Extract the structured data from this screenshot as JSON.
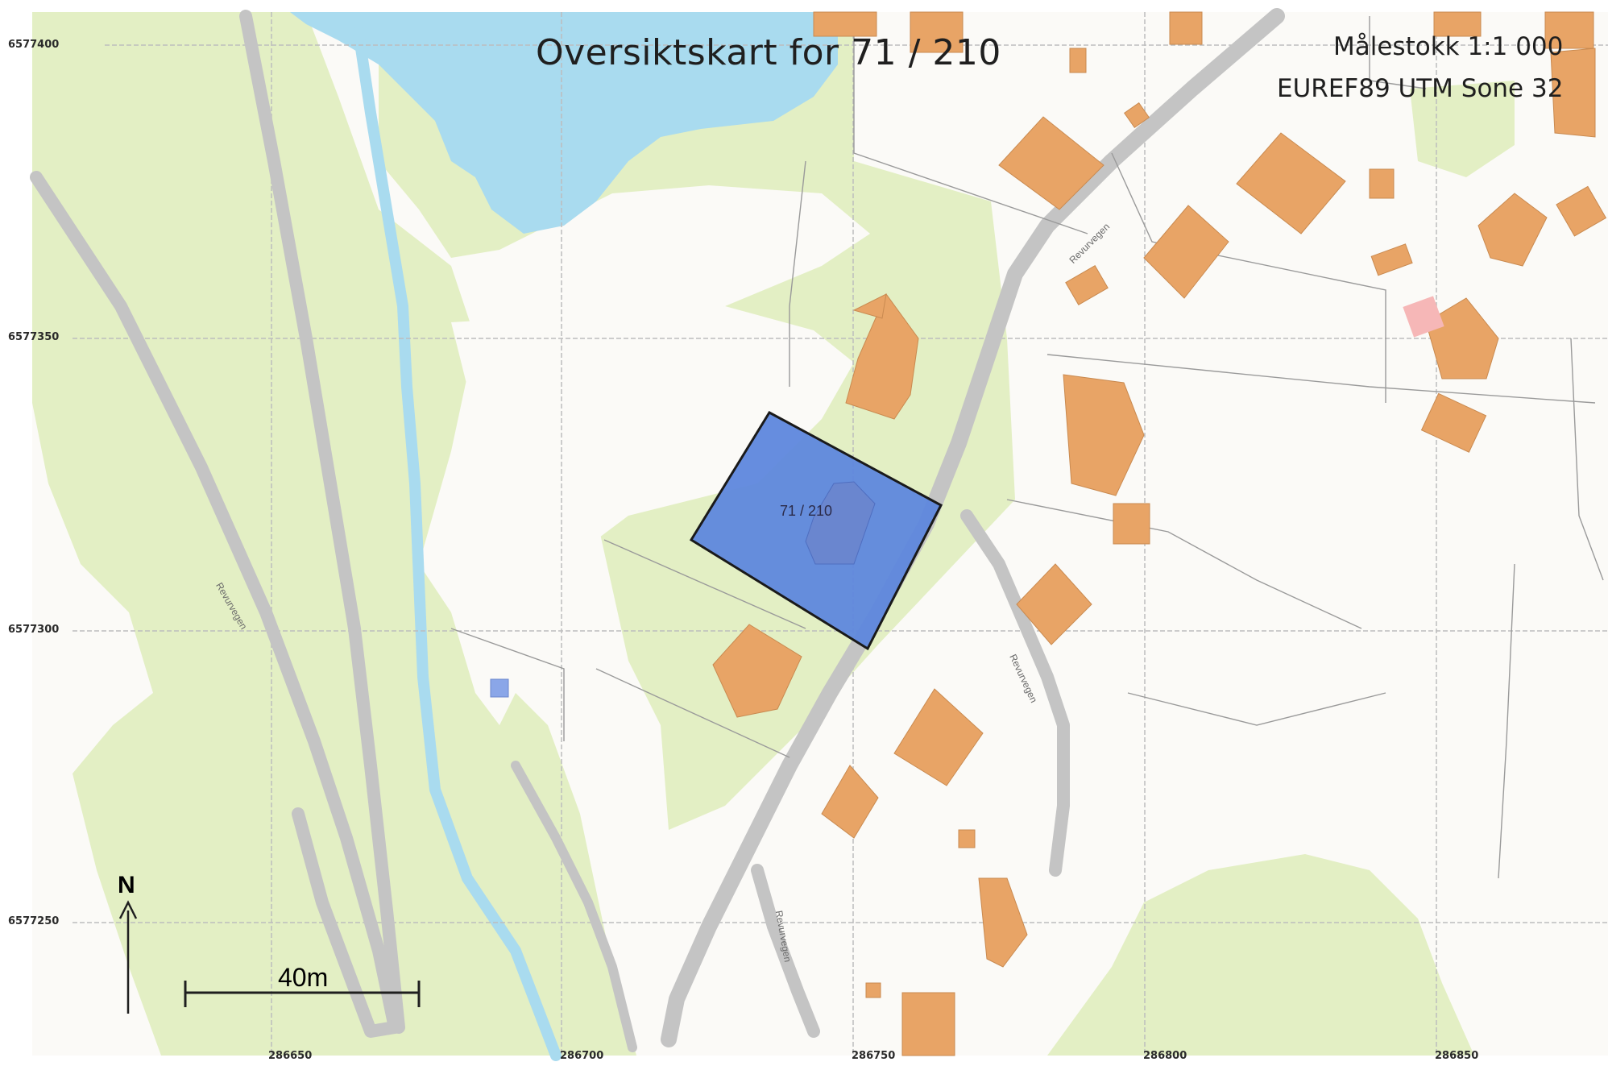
{
  "map": {
    "title": "Oversiktskart for 71 / 210",
    "scale": "Målestokk 1:1 000",
    "crs": "EUREF89 UTM Sone 32",
    "parcel_label": "71 / 210",
    "north_label": "N",
    "scalebar_label": "40m",
    "road_name": "Revurvegen",
    "road_name_alt": "Revurvegen",
    "y_coords": [
      "6577400",
      "6577350",
      "6577300",
      "6577250"
    ],
    "x_coords": [
      "286650",
      "286700",
      "286750",
      "286800",
      "286850"
    ],
    "colors": {
      "water": "#a9dbef",
      "forest": "#e2efc3",
      "road": "#c8c8c8",
      "building": "#e8a466",
      "parcel": "#5e87dd",
      "grid": "#bdbdbd"
    }
  }
}
